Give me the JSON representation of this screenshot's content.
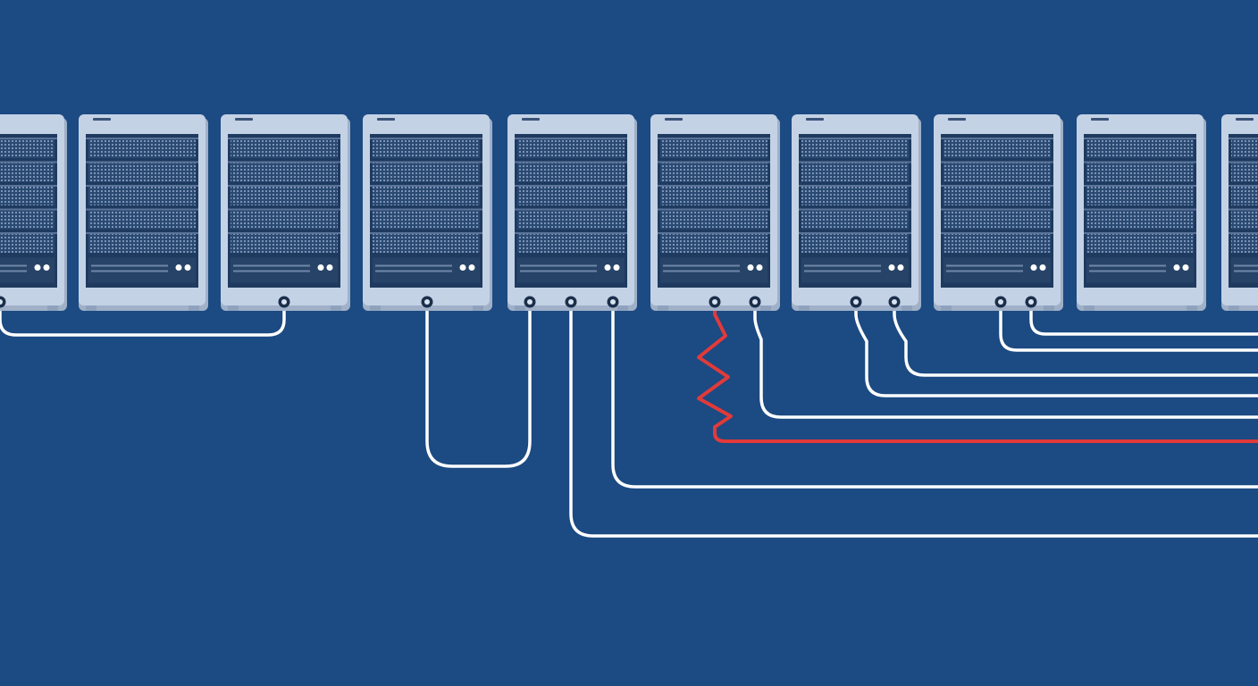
{
  "scene": {
    "background_color": "#1c4a82",
    "cabinet_color": "#c4d2e6",
    "cabinet_shadow_color": "#9fb0c8",
    "bay_color": "#1f3a5f",
    "cable_color": "#ffffff",
    "faulty_cable_color": "#e23a3a",
    "status_light_color": "#ffffff",
    "server_count": 10,
    "faulty_server_index": 5,
    "icons": [
      "server-rack-icon",
      "network-cable",
      "status-light-icon"
    ]
  }
}
